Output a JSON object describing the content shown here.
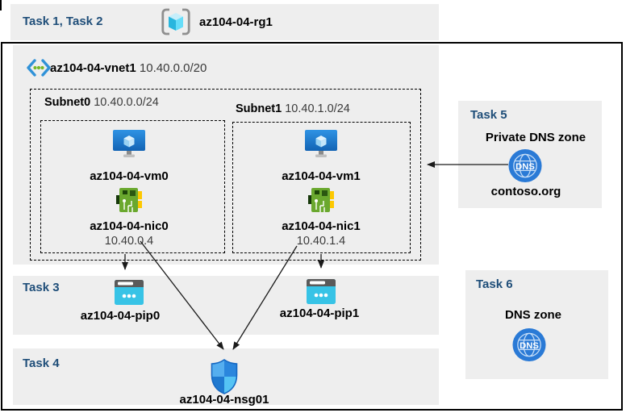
{
  "header": {
    "task_label": "Task 1, Task 2",
    "resource_group": "az104-04-rg1"
  },
  "vnet": {
    "name": "az104-04-vnet1",
    "cidr": "10.40.0.0/20"
  },
  "subnets": [
    {
      "name": "Subnet0",
      "cidr": "10.40.0.0/24",
      "vm_name": "az104-04-vm0",
      "nic_name": "az104-04-nic0",
      "nic_ip": "10.40.0.4"
    },
    {
      "name": "Subnet1",
      "cidr": "10.40.1.0/24",
      "vm_name": "az104-04-vm1",
      "nic_name": "az104-04-nic1",
      "nic_ip": "10.40.1.4"
    }
  ],
  "task3": {
    "label": "Task 3",
    "pip0_name": "az104-04-pip0",
    "pip1_name": "az104-04-pip1"
  },
  "task4": {
    "label": "Task 4",
    "nsg_name": "az104-04-nsg01"
  },
  "task5": {
    "label": "Task 5",
    "title": "Private DNS zone",
    "zone_name": "contoso.org",
    "icon_text": "DNS"
  },
  "task6": {
    "label": "Task 6",
    "title": "DNS zone",
    "icon_text": "DNS"
  },
  "colors": {
    "task_label": "#1f4e79",
    "panel_bg": "#eeeeee",
    "arrow": "#1a1a1a",
    "dns_blue": "#2a7ad6",
    "nic_green": "#6aa82e",
    "pip_cyan": "#37c3e6"
  }
}
